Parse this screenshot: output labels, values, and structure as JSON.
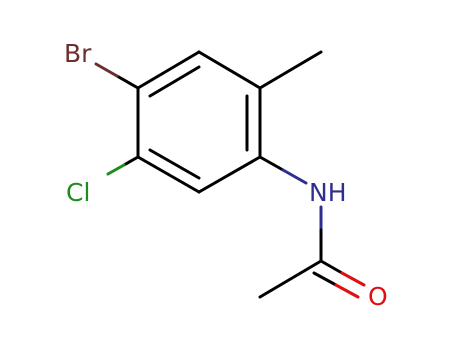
{
  "molecule": {
    "atoms": {
      "bromine": {
        "label": "Br",
        "color": "#6b2f2f"
      },
      "chlorine": {
        "label": "Cl",
        "color": "#1f8c1f"
      },
      "nitrogen": {
        "label": "NH",
        "color": "#2e2e8f"
      },
      "oxygen": {
        "label": "O",
        "color": "#e01010"
      }
    },
    "colors": {
      "bond": "#000000",
      "background": "#ffffff"
    }
  }
}
